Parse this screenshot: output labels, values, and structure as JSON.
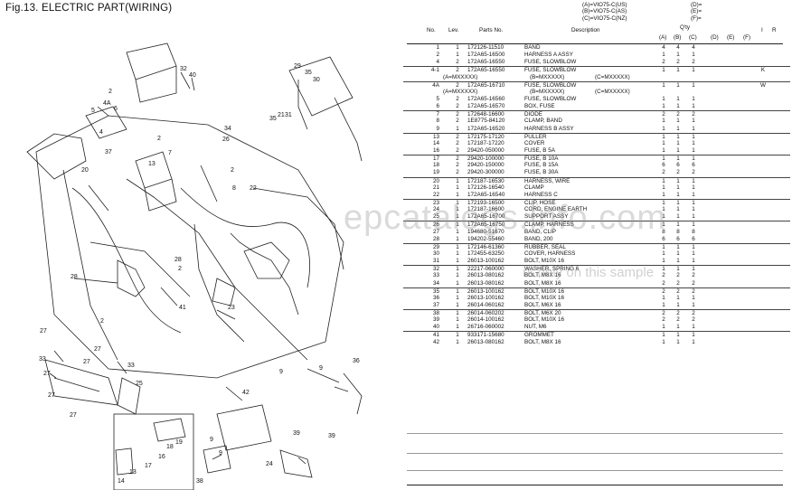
{
  "figure": {
    "title": "Fig.13.  ELECTRIC PART(WIRING)"
  },
  "model_legend": {
    "left": [
      "(A)=VIO75-C(US)",
      "(B)=VIO75-C(AS)",
      "(C)=VIO75-C(NZ)"
    ],
    "right": [
      "(D)=",
      "(E)=",
      "(F)="
    ]
  },
  "headers": {
    "no": "No.",
    "lev": "Lev.",
    "part_no": "Parts No.",
    "description": "Description",
    "qty": "Q'ty",
    "cols": [
      "(A)",
      "(B)",
      "(C)",
      "(D)",
      "(E)",
      "(F)"
    ],
    "i": "I",
    "r": "R"
  },
  "parts": [
    {
      "no": "1",
      "lev": "1",
      "pn": "172126-11510",
      "desc": "BAND",
      "a": "4",
      "b": "4",
      "c": "4",
      "i": ""
    },
    {
      "no": "2",
      "lev": "1",
      "pn": "172A65-16500",
      "desc": "HARNESS A ASSY",
      "a": "1",
      "b": "1",
      "c": "1",
      "i": ""
    },
    {
      "no": "4",
      "lev": "2",
      "pn": "172A65-16550",
      "desc": "FUSE, SLOWBLOW",
      "a": "2",
      "b": "2",
      "c": "2",
      "i": ""
    },
    {
      "no": "4-1",
      "lev": "2",
      "pn": "172A65-16550",
      "desc": "FUSE, SLOWBLOW",
      "a": "1",
      "b": "1",
      "c": "1",
      "i": "K",
      "sep": true
    },
    {
      "sub": true,
      "s1": "(A=MXXXXX)",
      "s2": "(B=MXXXXX)",
      "s3": "(C=MXXXXX)"
    },
    {
      "no": "4A",
      "lev": "2",
      "pn": "172A65-16710",
      "desc": "FUSE, SLOWBLOW",
      "a": "1",
      "b": "1",
      "c": "1",
      "i": "W",
      "sep": true
    },
    {
      "sub": true,
      "s1": "(A=MXXXXX)",
      "s2": "(B=MXXXXX)",
      "s3": "(C=MXXXXX)"
    },
    {
      "no": "5",
      "lev": "2",
      "pn": "172A65-16560",
      "desc": "FUSE, SLOWBLOW",
      "a": "1",
      "b": "1",
      "c": "1",
      "i": ""
    },
    {
      "no": "6",
      "lev": "2",
      "pn": "172A65-16570",
      "desc": "BOX, FUSE",
      "a": "1",
      "b": "1",
      "c": "1",
      "i": ""
    },
    {
      "no": "7",
      "lev": "2",
      "pn": "172648-16600",
      "desc": "DIODE",
      "a": "2",
      "b": "2",
      "c": "2",
      "i": "",
      "sep": true
    },
    {
      "no": "8",
      "lev": "2",
      "pn": "1E8775-84120",
      "desc": "CLAMP, BAND",
      "a": "1",
      "b": "1",
      "c": "1",
      "i": ""
    },
    {
      "no": "9",
      "lev": "1",
      "pn": "172A65-16520",
      "desc": "HARNESS B ASSY",
      "a": "1",
      "b": "1",
      "c": "1",
      "i": ""
    },
    {
      "no": "13",
      "lev": "2",
      "pn": "172175-17120",
      "desc": "PULLER",
      "a": "1",
      "b": "1",
      "c": "1",
      "i": "",
      "sep": true
    },
    {
      "no": "14",
      "lev": "2",
      "pn": "172187-17220",
      "desc": "COVER",
      "a": "1",
      "b": "1",
      "c": "1",
      "i": ""
    },
    {
      "no": "16",
      "lev": "2",
      "pn": "29420-050000",
      "desc": "FUSE, B 5A",
      "a": "1",
      "b": "1",
      "c": "1",
      "i": ""
    },
    {
      "no": "17",
      "lev": "2",
      "pn": "29420-100000",
      "desc": "FUSE, B 10A",
      "a": "1",
      "b": "1",
      "c": "1",
      "i": "",
      "sep": true
    },
    {
      "no": "18",
      "lev": "2",
      "pn": "29420-150000",
      "desc": "FUSE, B 15A",
      "a": "6",
      "b": "6",
      "c": "6",
      "i": ""
    },
    {
      "no": "19",
      "lev": "2",
      "pn": "29420-300000",
      "desc": "FUSE, B 30A",
      "a": "2",
      "b": "2",
      "c": "2",
      "i": ""
    },
    {
      "no": "20",
      "lev": "1",
      "pn": "172187-16530",
      "desc": "HARNESS, WIRE",
      "a": "1",
      "b": "1",
      "c": "1",
      "i": "",
      "sep": true
    },
    {
      "no": "21",
      "lev": "1",
      "pn": "172126-16540",
      "desc": "CLAMP",
      "a": "1",
      "b": "1",
      "c": "1",
      "i": ""
    },
    {
      "no": "22",
      "lev": "1",
      "pn": "172A65-16540",
      "desc": "HARNESS C",
      "a": "1",
      "b": "1",
      "c": "1",
      "i": ""
    },
    {
      "no": "23",
      "lev": "1",
      "pn": "172193-16500",
      "desc": "CLIP, HOSE",
      "a": "1",
      "b": "1",
      "c": "1",
      "i": "",
      "sep": true
    },
    {
      "no": "24",
      "lev": "1",
      "pn": "172187-16600",
      "desc": "CORD, ENGINE EARTH",
      "a": "1",
      "b": "1",
      "c": "1",
      "i": ""
    },
    {
      "no": "25",
      "lev": "1",
      "pn": "172A65-16700",
      "desc": "SUPPORT ASSY",
      "a": "1",
      "b": "1",
      "c": "1",
      "i": ""
    },
    {
      "no": "26",
      "lev": "1",
      "pn": "172A65-16750",
      "desc": "CLAMP, HARNESS",
      "a": "1",
      "b": "1",
      "c": "1",
      "i": "",
      "sep": true
    },
    {
      "no": "27",
      "lev": "1",
      "pn": "194680-51670",
      "desc": "BAND, CLIP",
      "a": "8",
      "b": "8",
      "c": "8",
      "i": ""
    },
    {
      "no": "28",
      "lev": "1",
      "pn": "194202-55460",
      "desc": "BAND, 200",
      "a": "6",
      "b": "6",
      "c": "6",
      "i": ""
    },
    {
      "no": "29",
      "lev": "1",
      "pn": "172146-61360",
      "desc": "RUBBER, SEAL",
      "a": "1",
      "b": "1",
      "c": "1",
      "i": "",
      "sep": true
    },
    {
      "no": "30",
      "lev": "1",
      "pn": "172455-63250",
      "desc": "COVER, HARNESS",
      "a": "1",
      "b": "1",
      "c": "1",
      "i": ""
    },
    {
      "no": "31",
      "lev": "1",
      "pn": "26013-100162",
      "desc": "BOLT, M10X 16",
      "a": "1",
      "b": "1",
      "c": "1",
      "i": ""
    },
    {
      "no": "32",
      "lev": "1",
      "pn": "22217-060000",
      "desc": "WASHER, SPRING  6",
      "a": "1",
      "b": "1",
      "c": "1",
      "i": "",
      "sep": true
    },
    {
      "no": "33",
      "lev": "1",
      "pn": "26013-080162",
      "desc": "BOLT, M8X 16",
      "a": "2",
      "b": "2",
      "c": "2",
      "i": ""
    },
    {
      "no": "34",
      "lev": "1",
      "pn": "26013-080162",
      "desc": "BOLT, M8X 16",
      "a": "2",
      "b": "2",
      "c": "2",
      "i": ""
    },
    {
      "no": "35",
      "lev": "1",
      "pn": "26013-100162",
      "desc": "BOLT, M10X 16",
      "a": "2",
      "b": "2",
      "c": "2",
      "i": "",
      "sep": true
    },
    {
      "no": "36",
      "lev": "1",
      "pn": "26013-100162",
      "desc": "BOLT, M10X 16",
      "a": "1",
      "b": "1",
      "c": "1",
      "i": ""
    },
    {
      "no": "37",
      "lev": "1",
      "pn": "26014-060162",
      "desc": "BOLT, M6X 16",
      "a": "1",
      "b": "1",
      "c": "1",
      "i": ""
    },
    {
      "no": "38",
      "lev": "1",
      "pn": "26014-060202",
      "desc": "BOLT, M6X 20",
      "a": "2",
      "b": "2",
      "c": "2",
      "i": "",
      "sep": true
    },
    {
      "no": "39",
      "lev": "1",
      "pn": "26014-100162",
      "desc": "BOLT, M10X 16",
      "a": "2",
      "b": "2",
      "c": "2",
      "i": ""
    },
    {
      "no": "40",
      "lev": "1",
      "pn": "26716-060002",
      "desc": "NUT, M6",
      "a": "1",
      "b": "1",
      "c": "1",
      "i": ""
    },
    {
      "no": "41",
      "lev": "1",
      "pn": "933171-15680",
      "desc": "GROMMET",
      "a": "1",
      "b": "1",
      "c": "1",
      "i": "",
      "sep": true
    },
    {
      "no": "42",
      "lev": "1",
      "pn": "26013-080162",
      "desc": "BOLT, M8X 16",
      "a": "1",
      "b": "1",
      "c": "1",
      "i": ""
    }
  ],
  "callouts": [
    {
      "t": "32"
    },
    {
      "t": "40"
    },
    {
      "t": "2"
    },
    {
      "t": "4A"
    },
    {
      "t": "6"
    },
    {
      "t": "5"
    },
    {
      "t": "4"
    },
    {
      "t": "37"
    },
    {
      "t": "2"
    },
    {
      "t": "7"
    },
    {
      "t": "13"
    },
    {
      "t": "29"
    },
    {
      "t": "35"
    },
    {
      "t": "30"
    },
    {
      "t": "34"
    },
    {
      "t": "26"
    },
    {
      "t": "35"
    },
    {
      "t": "21"
    },
    {
      "t": "31"
    },
    {
      "t": "20"
    },
    {
      "t": "2"
    },
    {
      "t": "22"
    },
    {
      "t": "8"
    },
    {
      "t": "2"
    },
    {
      "t": "28"
    },
    {
      "t": "28"
    },
    {
      "t": "41"
    },
    {
      "t": "23"
    },
    {
      "t": "2"
    },
    {
      "t": "9"
    },
    {
      "t": "27"
    },
    {
      "t": "33"
    },
    {
      "t": "27"
    },
    {
      "t": "27"
    },
    {
      "t": "33"
    },
    {
      "t": "27"
    },
    {
      "t": "27"
    },
    {
      "t": "25"
    },
    {
      "t": "27"
    },
    {
      "t": "42"
    },
    {
      "t": "9"
    },
    {
      "t": "36"
    },
    {
      "t": "9"
    },
    {
      "t": "14"
    },
    {
      "t": "13"
    },
    {
      "t": "17"
    },
    {
      "t": "16"
    },
    {
      "t": "18"
    },
    {
      "t": "19"
    },
    {
      "t": "9"
    },
    {
      "t": "38"
    },
    {
      "t": "39"
    },
    {
      "t": "39"
    },
    {
      "t": "24"
    }
  ],
  "watermark": {
    "main": "epcatalogs.info.com",
    "note": "rk only on this sample"
  }
}
